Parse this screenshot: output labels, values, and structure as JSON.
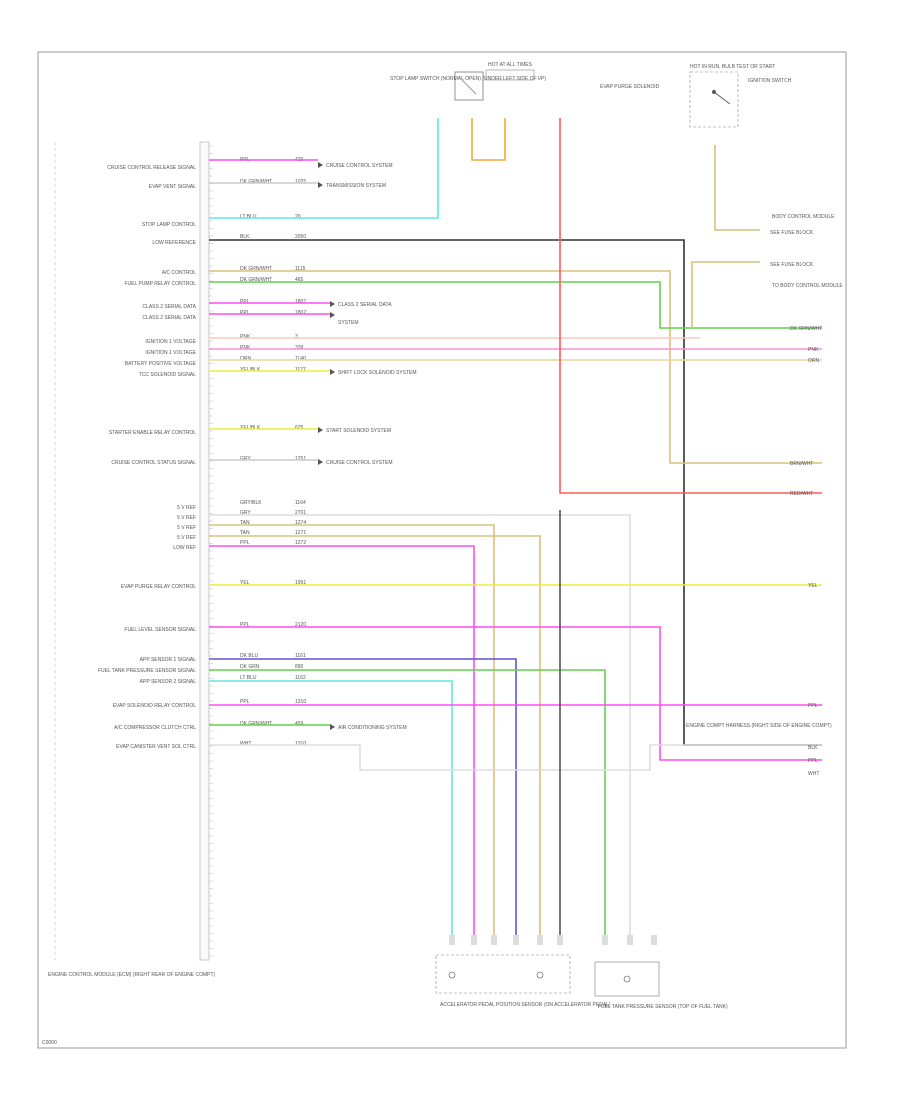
{
  "diagram": {
    "module_name": "ENGINE CONTROL MODULE (ECM) (RIGHT REAR OF ENGINE COMPT)",
    "footer_code": "C0000",
    "colors": {
      "pink": "#ff4df0",
      "ltblue": "#5fe6e6",
      "yellow": "#f1ea3c",
      "tan": "#d7c27a",
      "orange": "#f1a83a",
      "green": "#62d24d",
      "blue": "#5a57d6",
      "red": "#ff5a5a",
      "gray": "#9c9c9c",
      "black": "#333333",
      "ltgray": "#cccccc"
    },
    "signals": [
      {
        "id": "s1",
        "label": "CRUISE CONTROL RELEASE SIGNAL",
        "wire": "PPL",
        "circuit": "420",
        "dest": "CRUISE CONTROL SYSTEM"
      },
      {
        "id": "s2",
        "label": "EVAP VENT SIGNAL",
        "wire": "DK GRN/WHT",
        "circuit": "1025",
        "dest": "TRANSMISSION SYSTEM"
      },
      {
        "id": "s3",
        "label": "STOP LAMP CONTROL",
        "wire": "LT BLU",
        "circuit": "20"
      },
      {
        "id": "s4",
        "label": "LOW REFERENCE",
        "wire": "BLK",
        "circuit": "2050"
      },
      {
        "id": "s5",
        "label": "A/C CONTROL",
        "wire": "DK GRN/WHT",
        "circuit": "1115"
      },
      {
        "id": "s6",
        "label": "FUEL PUMP RELAY CONTROL",
        "wire": "DK GRN/WHT",
        "circuit": "465"
      },
      {
        "id": "s7",
        "label": "CLASS 2 SERIAL DATA",
        "wire": "PPL",
        "circuit": "1807",
        "dest": "CLASS 2 SERIAL DATA"
      },
      {
        "id": "s8",
        "label": "CLASS 2 SERIAL DATA",
        "wire": "PPL",
        "circuit": "1807",
        "dest": "SYSTEM"
      },
      {
        "id": "s9",
        "label": "IGNITION 1 VOLTAGE",
        "wire": "PNK",
        "circuit": "3"
      },
      {
        "id": "s10",
        "label": "IGNITION 1 VOLTAGE",
        "wire": "PNK",
        "circuit": "339"
      },
      {
        "id": "s11",
        "label": "BATTERY POSITIVE VOLTAGE",
        "wire": "ORN",
        "circuit": "1140"
      },
      {
        "id": "s12",
        "label": "TCC SOLENOID SIGNAL",
        "wire": "YEL/BLK",
        "circuit": "1127",
        "dest": "SHIFT LOCK SOLENOID SYSTEM"
      },
      {
        "id": "s13",
        "label": "STARTER ENABLE RELAY CONTROL",
        "wire": "YEL/BLK",
        "circuit": "625",
        "dest": "START SOLENOID SYSTEM"
      },
      {
        "id": "s14",
        "label": "CRUISE CONTROL STATUS SIGNAL",
        "wire": "GRY",
        "circuit": "1251",
        "dest": "CRUISE CONTROL SYSTEM"
      },
      {
        "id": "s15",
        "label": "5 V REF",
        "wire": "GRY/BLK",
        "circuit": "1164"
      },
      {
        "id": "s16",
        "label": "5 V REF",
        "wire": "GRY",
        "circuit": "2701"
      },
      {
        "id": "s17",
        "label": "5 V REF",
        "wire": "TAN",
        "circuit": "1274"
      },
      {
        "id": "s18",
        "label": "5 V REF",
        "wire": "TAN",
        "circuit": "1271"
      },
      {
        "id": "s19",
        "label": "LOW REF",
        "wire": "PPL",
        "circuit": "1272"
      },
      {
        "id": "s20",
        "label": "EVAP PURGE RELAY CONTROL",
        "wire": "YEL",
        "circuit": "1991"
      },
      {
        "id": "s21",
        "label": "FUEL LEVEL SENSOR SIGNAL",
        "wire": "PPL",
        "circuit": "2120"
      },
      {
        "id": "s22",
        "label": "APP SENSOR 1 SIGNAL",
        "wire": "DK BLU",
        "circuit": "1161"
      },
      {
        "id": "s23",
        "label": "FUEL TANK PRESSURE SENSOR SIGNAL",
        "wire": "DK GRN",
        "circuit": "890"
      },
      {
        "id": "s24",
        "label": "APP SENSOR 2 SIGNAL",
        "wire": "LT BLU",
        "circuit": "1162"
      },
      {
        "id": "s25",
        "label": "EVAP SOLENOID RELAY CONTROL",
        "wire": "PPL",
        "circuit": "1310"
      },
      {
        "id": "s26",
        "label": "A/C COMPRESSOR CLUTCH CTRL",
        "wire": "DK GRN/WHT",
        "circuit": "459",
        "dest": "AIR CONDITIONING SYSTEM"
      },
      {
        "id": "s27",
        "label": "EVAP CANISTER VENT SOL CTRL",
        "wire": "WHT",
        "circuit": "1310"
      }
    ],
    "components": [
      {
        "id": "c1",
        "name": "STOP LAMP SWITCH (NORMAL OPEN) (UNDER LEFT SIDE OF I/P)"
      },
      {
        "id": "c2",
        "name": "HOT AT ALL TIMES"
      },
      {
        "id": "c3",
        "name": "IGNITION SWITCH"
      },
      {
        "id": "c4",
        "name": "HOT IN RUN, BULB TEST OR START"
      },
      {
        "id": "c5",
        "name": "TO BODY CONTROL MODULE"
      },
      {
        "id": "c6",
        "name": "ACCELERATOR PEDAL POSITION SENSOR (ON ACCELERATOR PEDAL)"
      },
      {
        "id": "c7",
        "name": "FUEL TANK PRESSURE SENSOR (TOP OF FUEL TANK)"
      },
      {
        "id": "c8",
        "name": "ENGINE COMPT HARNESS (RIGHT SIDE OF ENGINE COMPT)"
      },
      {
        "id": "c9",
        "name": "EVAP PURGE SOLENOID"
      },
      {
        "id": "c10",
        "name": "BODY CONTROL MODULE"
      }
    ],
    "right_tags": [
      {
        "id": "r1",
        "text": "SEE FUSE BLOCK"
      },
      {
        "id": "r2",
        "text": "SEE FUSE BLOCK"
      },
      {
        "id": "r3",
        "text": "DK GRN/WHT"
      },
      {
        "id": "r4",
        "text": "PNK"
      },
      {
        "id": "r5",
        "text": "ORN"
      },
      {
        "id": "r6",
        "text": "BRN/WHT"
      },
      {
        "id": "r7",
        "text": "RED/WHT"
      },
      {
        "id": "r8",
        "text": "YEL"
      },
      {
        "id": "r9",
        "text": "PPL"
      },
      {
        "id": "r10",
        "text": "BLK"
      },
      {
        "id": "r11",
        "text": "PPL"
      },
      {
        "id": "r12",
        "text": "WHT"
      }
    ]
  }
}
